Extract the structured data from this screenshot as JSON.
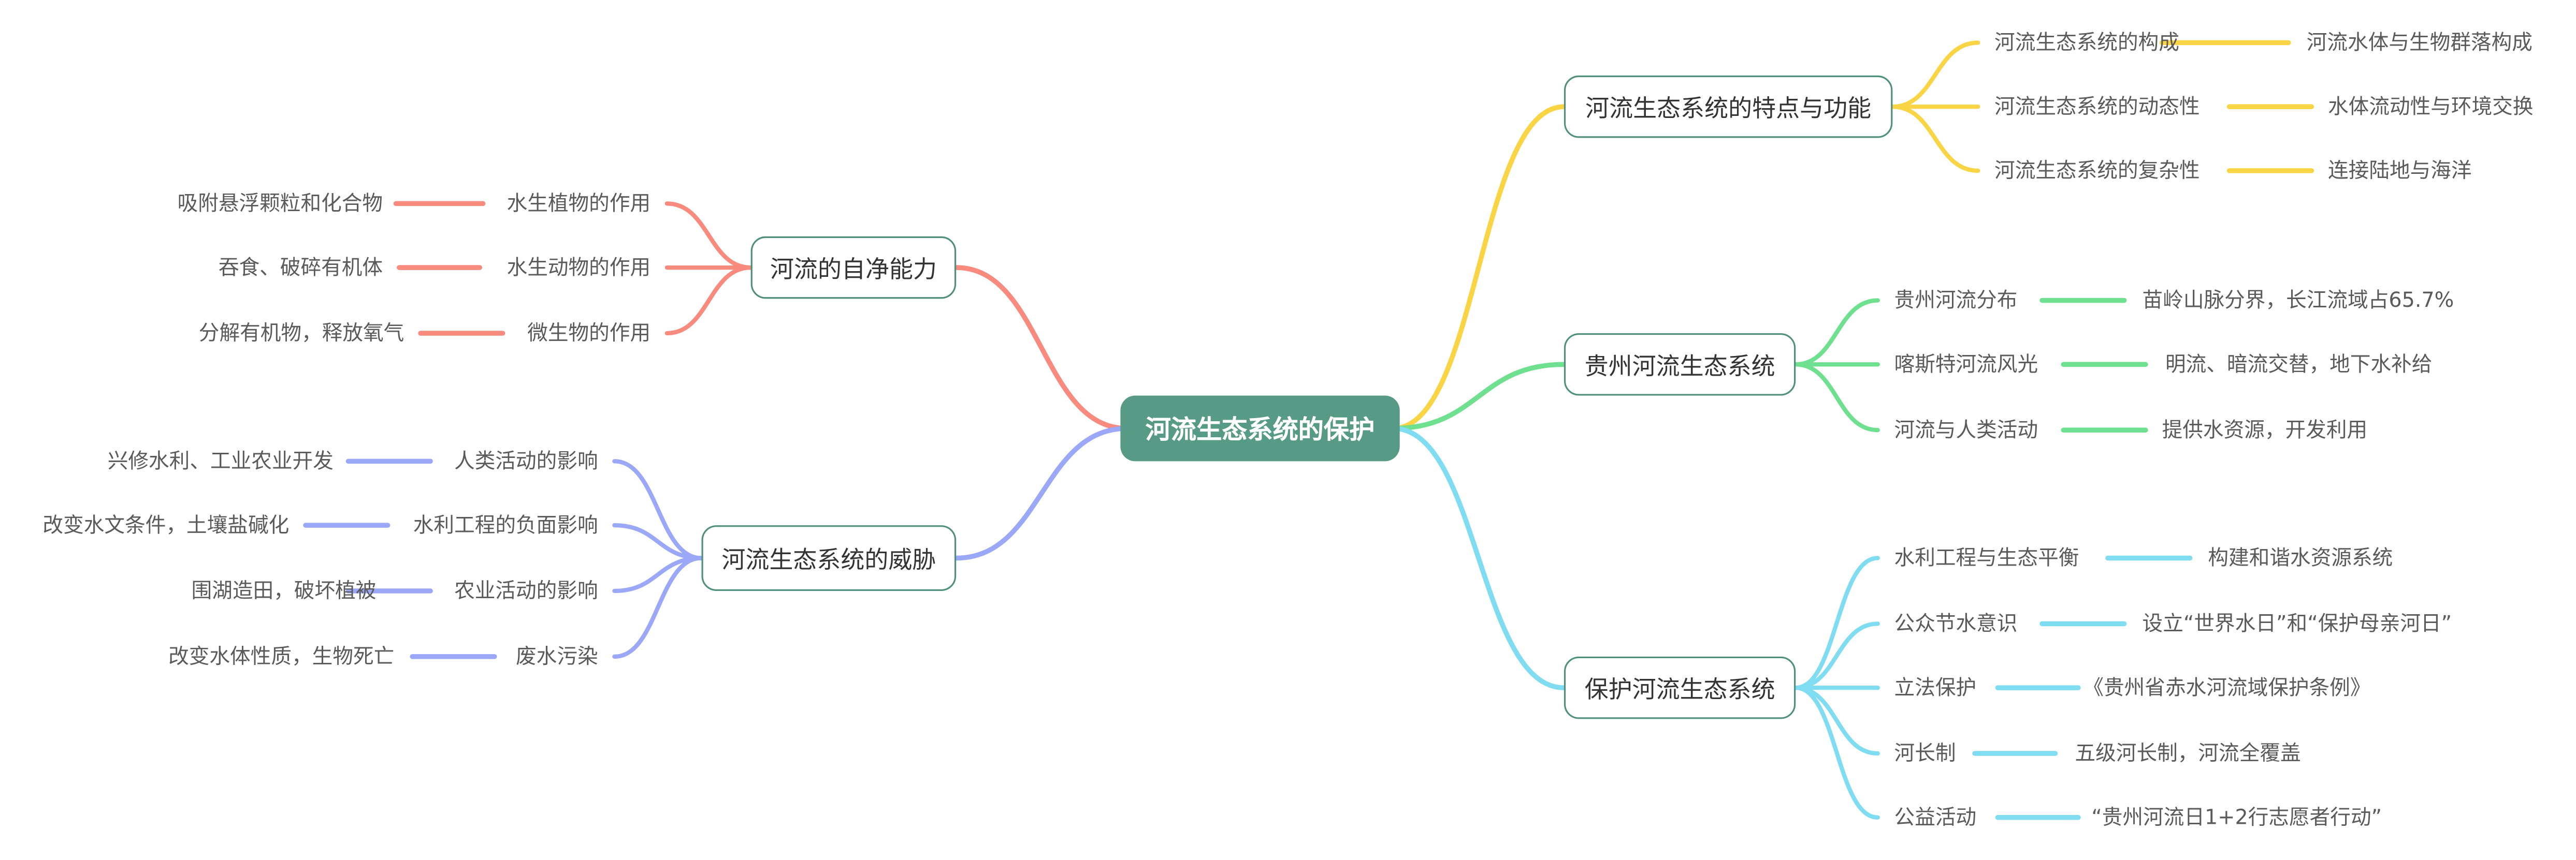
{
  "root": "河流生态系统的保护",
  "branches": [
    {
      "label": "河流生态系统的特点与功能",
      "color": "#f9d445",
      "children": [
        {
          "label": "河流生态系统的构成",
          "value": "河流水体与生物群落构成"
        },
        {
          "label": "河流生态系统的动态性",
          "value": "水体流动性与环境交换"
        },
        {
          "label": "河流生态系统的复杂性",
          "value": "连接陆地与海洋"
        }
      ]
    },
    {
      "label": "贵州河流生态系统",
      "color": "#6ee08f",
      "children": [
        {
          "label": "贵州河流分布",
          "value": "苗岭山脉分界，长江流域占65.7%"
        },
        {
          "label": "喀斯特河流风光",
          "value": "明流、暗流交替，地下水补给"
        },
        {
          "label": "河流与人类活动",
          "value": "提供水资源，开发利用"
        }
      ]
    },
    {
      "label": "保护河流生态系统",
      "color": "#80dcf0",
      "children": [
        {
          "label": "水利工程与生态平衡",
          "value": "构建和谐水资源系统"
        },
        {
          "label": "公众节水意识",
          "value": "设立“世界水日”和“保护母亲河日”"
        },
        {
          "label": "立法保护",
          "value": "《贵州省赤水河流域保护条例》"
        },
        {
          "label": "河长制",
          "value": "五级河长制，河流全覆盖"
        },
        {
          "label": "公益活动",
          "value": "“贵州河流日1+2行志愿者行动”"
        }
      ]
    },
    {
      "label": "河流的自净能力",
      "color": "#f88a7e",
      "children": [
        {
          "label": "水生植物的作用",
          "value": "吸附悬浮颗粒和化合物"
        },
        {
          "label": "水生动物的作用",
          "value": "吞食、破碎有机体"
        },
        {
          "label": "微生物的作用",
          "value": "分解有机物，释放氧气"
        }
      ]
    },
    {
      "label": "河流生态系统的威胁",
      "color": "#9ba8f8",
      "children": [
        {
          "label": "人类活动的影响",
          "value": "兴修水利、工业农业开发"
        },
        {
          "label": "水利工程的负面影响",
          "value": "改变水文条件，土壤盐碱化"
        },
        {
          "label": "农业活动的影响",
          "value": "围湖造田，破坏植被"
        },
        {
          "label": "废水污染",
          "value": "改变水体性质，生物死亡"
        }
      ]
    }
  ]
}
